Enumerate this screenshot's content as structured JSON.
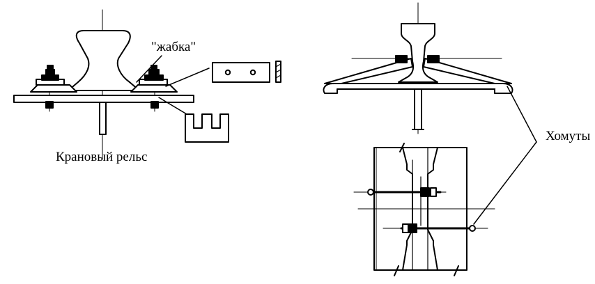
{
  "labels": {
    "zhabka": "\"жабка\"",
    "crane_rail": "Крановый рельс",
    "clamps": "Хомуты"
  },
  "colors": {
    "line": "#000000",
    "background": "#ffffff"
  }
}
